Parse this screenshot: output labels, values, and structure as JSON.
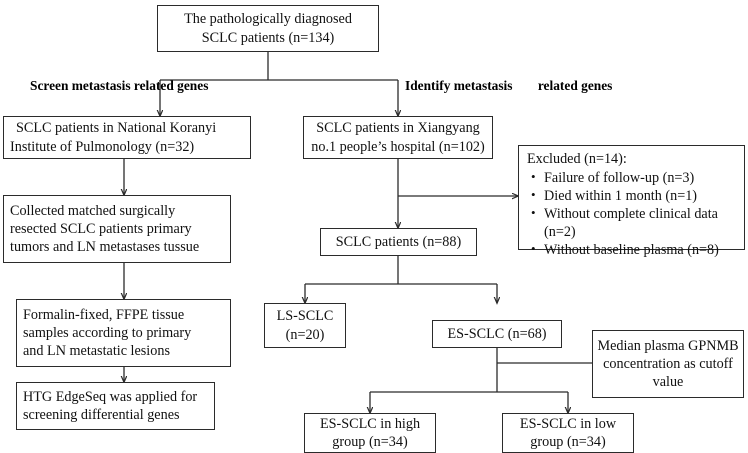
{
  "diagram": {
    "type": "flowchart",
    "title": "SCLC patient study enrollment flowchart",
    "line_color": "#2b2b2b",
    "box_fill": "#ffffff",
    "text_color": "#111111"
  },
  "branch_labels": {
    "left": {
      "line1": "Screen metastasis",
      "line2": "related genes"
    },
    "right": {
      "line1": "Identify metastasis",
      "line2": "related genes"
    }
  },
  "nodes": {
    "root": {
      "line1": "The pathologically diagnosed",
      "line2": "SCLC patients (n=134)"
    },
    "koranyi": {
      "line1": "SCLC patients in National Koranyi",
      "line2": "Institute of Pulmonology (n=32)"
    },
    "collected": {
      "line1": "Collected matched surgically",
      "line2": "resected SCLC patients primary",
      "line3": "tumors and LN metastases tussue"
    },
    "ffpe": {
      "line1": "Formalin-fixed, FFPE tissue",
      "line2": "samples according to primary",
      "line3": "and LN metastatic lesions"
    },
    "htg": {
      "line1": "HTG EdgeSeq was applied for",
      "line2": "screening differential genes"
    },
    "xiangyang": {
      "line1": "SCLC patients in Xiangyang",
      "line2": "no.1 people’s hospital (n=102)"
    },
    "excluded": {
      "title": "Excluded (n=14):",
      "items": [
        "Failure of follow-up (n=3)",
        "Died within 1 month (n=1)",
        "Without complete clinical data",
        "(n=2)",
        "Without baseline plasma (n=8)"
      ]
    },
    "sclc88": {
      "line1": "SCLC patients (n=88)"
    },
    "ls_sclc": {
      "line1": "LS-SCLC",
      "line2": "(n=20)"
    },
    "es_sclc": {
      "line1": "ES-SCLC (n=68)"
    },
    "gpnmb": {
      "line1": "Median plasma GPNMB",
      "line2": "concentration as cutoff",
      "line3": "value"
    },
    "high_group": {
      "line1": "ES-SCLC in high",
      "line2": "group (n=34)"
    },
    "low_group": {
      "line1": "ES-SCLC in low",
      "line2": "group (n=34)"
    }
  }
}
